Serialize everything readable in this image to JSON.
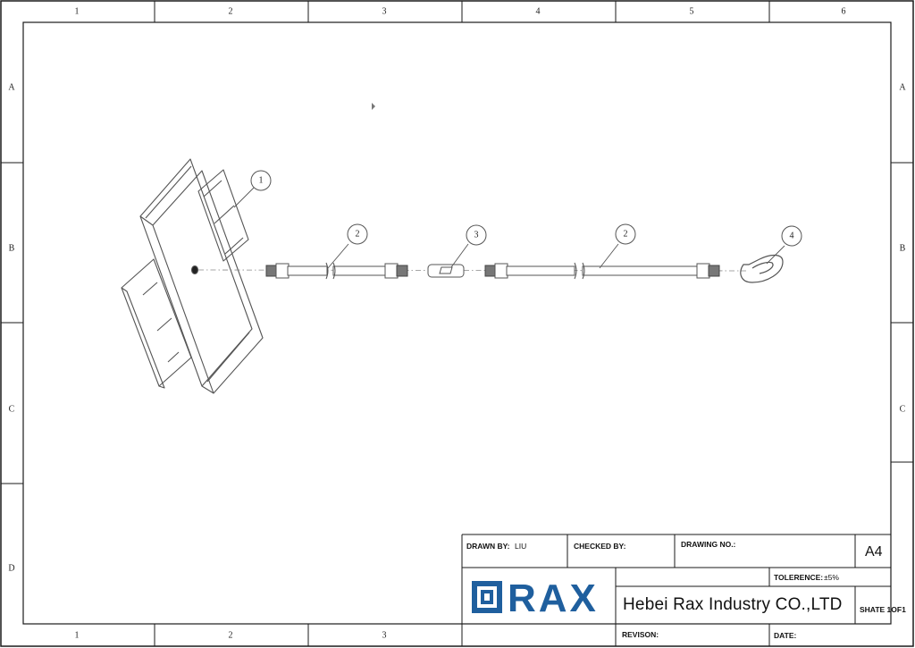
{
  "grid": {
    "cols_top": [
      "1",
      "2",
      "3",
      "4",
      "5",
      "6"
    ],
    "cols_bottom": [
      "1",
      "2",
      "3"
    ],
    "rows": [
      "A",
      "B",
      "C",
      "D"
    ]
  },
  "balloons": [
    "1",
    "2",
    "3",
    "2",
    "4"
  ],
  "title_block": {
    "drawn_by_label": "DRAWN BY:",
    "drawn_by_value": "LIU",
    "checked_by_label": "CHECKED BY:",
    "drawing_no_label": "DRAWING NO.:",
    "sheet_size": "A4",
    "tolerance_label": "TOLERENCE:",
    "tolerance_value": "±5%",
    "company": "Hebei Rax Industry CO.,LTD",
    "sheet_label": "SHATE 1OF1",
    "revision_label": "REVISON:",
    "date_label": "DATE:",
    "brand": "RAX"
  },
  "colors": {
    "brand_blue": "#1f5f9e",
    "line": "#1a1a1a",
    "part_stroke": "#555555"
  }
}
